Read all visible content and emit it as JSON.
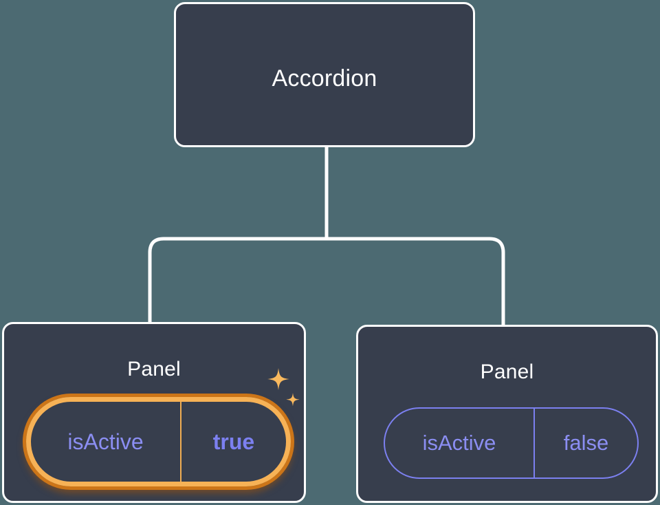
{
  "canvas": {
    "background_color": "#4c6a72"
  },
  "diagram": {
    "type": "component-tree",
    "root": {
      "title": "Accordion"
    },
    "children": [
      {
        "title": "Panel",
        "highlighted": true,
        "prop": {
          "key": "isActive",
          "value": "true"
        },
        "sparkle_icons": [
          "sparkle-large-icon",
          "sparkle-small-icon"
        ],
        "colors": {
          "ring": "#f7b256",
          "ring_shadow": "#cc7518",
          "text": "#7c80f0"
        }
      },
      {
        "title": "Panel",
        "highlighted": false,
        "prop": {
          "key": "isActive",
          "value": "false"
        },
        "colors": {
          "ring": "#7c80f0",
          "text": "#8b8ef2"
        }
      }
    ],
    "colors": {
      "card_fill": "#373e4d",
      "card_border": "#ffffff",
      "connector": "#ffffff",
      "title_text": "#ffffff"
    }
  }
}
